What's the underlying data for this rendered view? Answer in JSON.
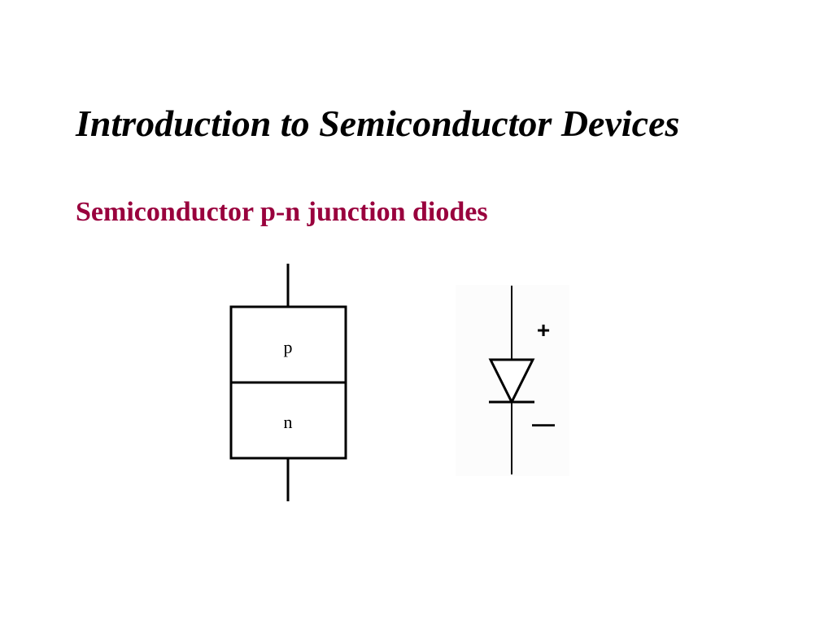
{
  "slide": {
    "title": "Introduction to Semiconductor Devices",
    "subtitle": "Semiconductor p-n junction diodes",
    "subtitle_color": "#99003d"
  },
  "junction": {
    "p_label": "p",
    "n_label": "n"
  },
  "diode_symbol": {
    "plus_label": "+",
    "minus_label": "—"
  }
}
